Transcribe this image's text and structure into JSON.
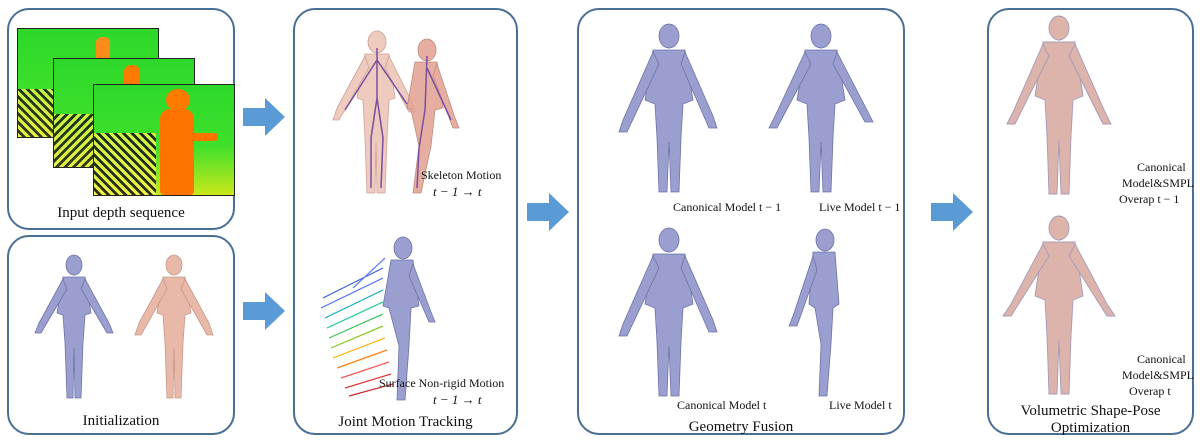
{
  "panels": {
    "input": {
      "caption": "Input depth sequence"
    },
    "init": {
      "caption": "Initialization"
    },
    "tracking": {
      "caption": "Joint Motion Tracking",
      "skeleton_label": "Skeleton Motion",
      "skeleton_math": "t − 1 → t",
      "surface_label": "Surface Non-rigid Motion",
      "surface_math": "t − 1 → t"
    },
    "fusion": {
      "caption": "Geometry Fusion",
      "canonical_prev": "Canonical Model t − 1",
      "live_prev": "Live Model t − 1",
      "canonical_cur": "Canonical Model t",
      "live_cur": "Live Model t"
    },
    "optimization": {
      "caption_line1": "Volumetric Shape-Pose",
      "caption_line2": "Optimization",
      "top_label_line1": "Canonical",
      "top_label_line2": "Model&SMPL",
      "top_label_line3": "Overap t − 1",
      "bottom_label_line1": "Canonical",
      "bottom_label_line2": "Model&SMPL",
      "bottom_label_line3": "Overap t"
    }
  },
  "colors": {
    "panel_border": "#4a6f95",
    "arrow": "#5b9bd5",
    "mesh": "#9a9fcf",
    "skin": "#e8b8a8",
    "depth_green": "#3fd020",
    "depth_orange": "#ff7a00"
  }
}
